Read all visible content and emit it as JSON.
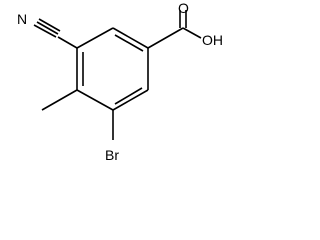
{
  "molecule": {
    "atoms": {
      "nitrogen": "N",
      "hydroxyl": "OH",
      "carbonyl_oxygen": "O",
      "bromine": "Br"
    }
  }
}
